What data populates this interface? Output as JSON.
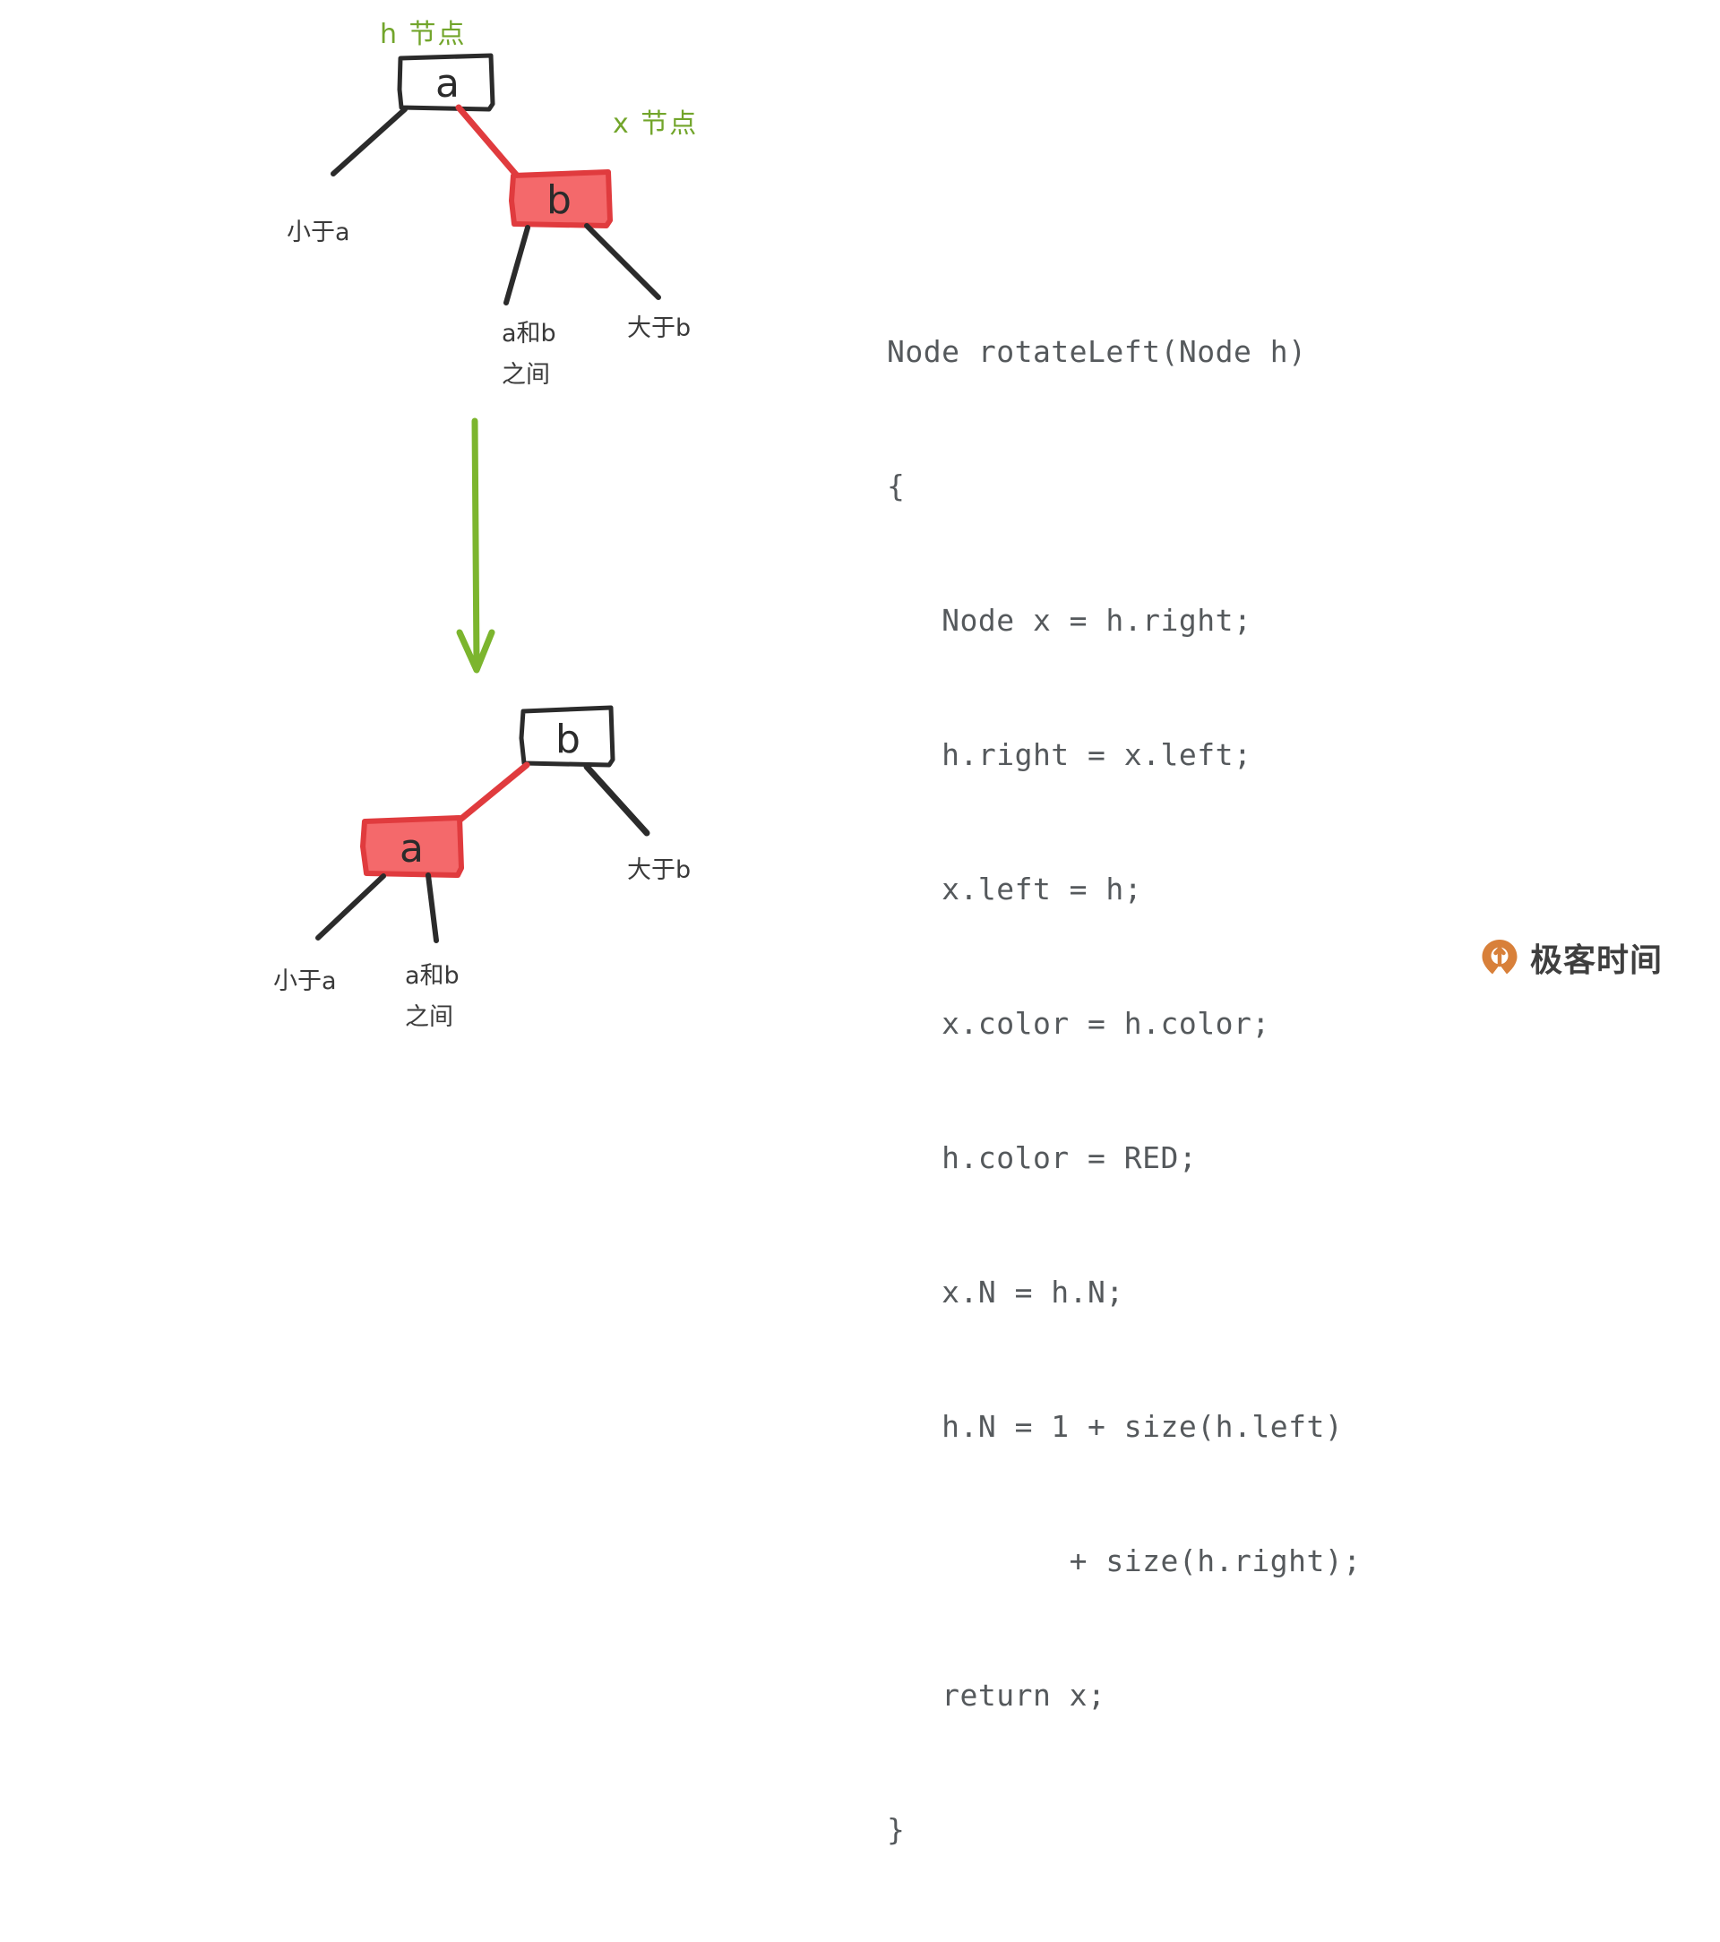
{
  "figure": {
    "title": "Red-Black Tree rotateLeft illustration",
    "background_color": "#ffffff"
  },
  "colors": {
    "red_node_fill": "#F4696B",
    "red_node_border": "#E03B3E",
    "red_link": "#E03B3E",
    "black_link": "#2b2b2b",
    "annotation_green": "#72A52B",
    "annotation_dark": "#3a3a3a",
    "code_text": "#55595C",
    "watermark_orange": "#D8803A"
  },
  "top_diagram": {
    "annotation_h": "h 节点",
    "annotation_x": "x 节点",
    "node_a_label": "a",
    "node_b_label": "b",
    "leaf_less_than_a": "小于a",
    "leaf_between_line1": "a和b",
    "leaf_between_line2": "之间",
    "leaf_greater_than_b": "大于b"
  },
  "arrow": {
    "name": "downward-transform-arrow",
    "color": "#7CB52E"
  },
  "bottom_diagram": {
    "node_b_label": "b",
    "node_a_label": "a",
    "leaf_greater_than_b": "大于b",
    "leaf_less_than_a": "小于a",
    "leaf_between_line1": "a和b",
    "leaf_between_line2": "之间"
  },
  "code": {
    "language": "java",
    "lines": [
      "Node rotateLeft(Node h)",
      "{",
      "   Node x = h.right;",
      "   h.right = x.left;",
      "   x.left = h;",
      "   x.color = h.color;",
      "   h.color = RED;",
      "   x.N = h.N;",
      "   h.N = 1 + size(h.left)",
      "          + size(h.right);",
      "   return x;",
      "}"
    ]
  },
  "watermark": {
    "text": "极客时间",
    "logo_name": "geektime-logo"
  }
}
